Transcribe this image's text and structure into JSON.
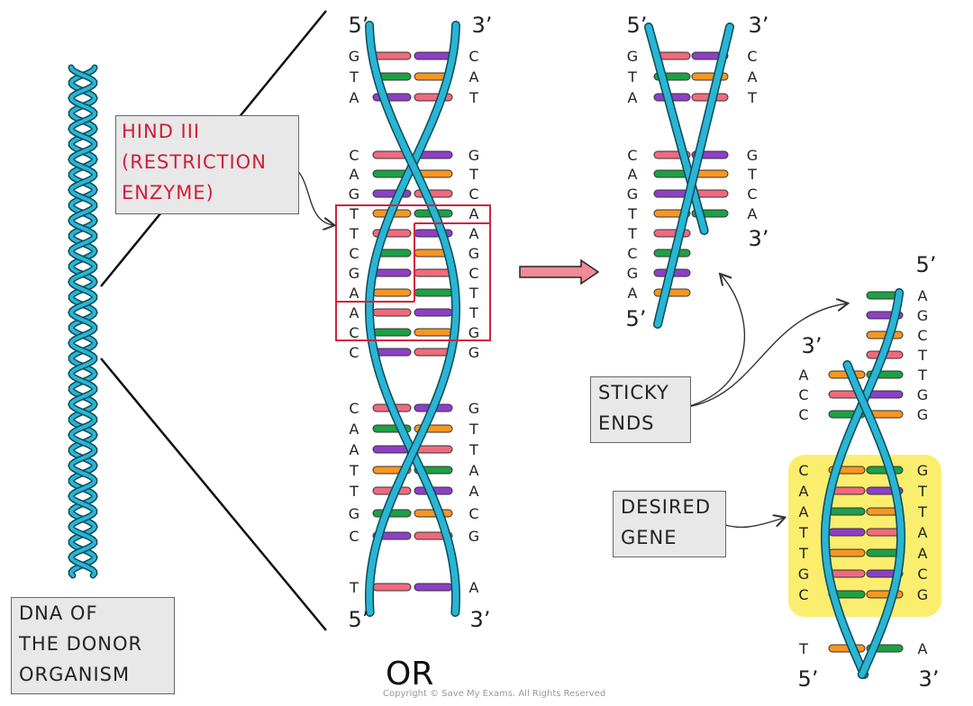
{
  "labels": {
    "enzyme": [
      "HIND III",
      "(RESTRICTION",
      "ENZYME)"
    ],
    "donor": [
      "DNA  OF",
      "THE DONOR",
      "ORGANISM"
    ],
    "sticky": [
      "STICKY",
      "ENDS"
    ],
    "gene": [
      "DESIRED",
      "GENE"
    ]
  },
  "or_text": "OR",
  "copyright": "Copyright © Save My Exams. All Rights Reserved",
  "main_strand": {
    "left": [
      "G",
      "T",
      "A",
      "",
      "C",
      "A",
      "G",
      "T",
      "T",
      "C",
      "G",
      "A",
      "A",
      "C",
      "C",
      "",
      "C",
      "A",
      "A",
      "T",
      "T",
      "G",
      "C",
      "",
      "T"
    ],
    "right": [
      "C",
      "A",
      "T",
      "",
      "G",
      "T",
      "C",
      "A",
      "A",
      "G",
      "C",
      "T",
      "T",
      "G",
      "G",
      "",
      "G",
      "T",
      "T",
      "A",
      "A",
      "C",
      "G",
      "",
      "A"
    ],
    "ends": {
      "top_left": "5’",
      "top_right": "3’",
      "bottom_left": "5’",
      "bottom_right": "3’"
    }
  },
  "cut_top": {
    "left": [
      "G",
      "T",
      "A",
      "",
      "C",
      "A",
      "G",
      "T",
      "T",
      "C",
      "G",
      "A"
    ],
    "right": [
      "C",
      "A",
      "T",
      "",
      "G",
      "T",
      "C",
      "A"
    ],
    "ends": {
      "top_left": "5’",
      "top_right": "3’",
      "bottom_left": "5’",
      "bottom_right": "3’"
    }
  },
  "cut_bottom": {
    "left": [
      "A",
      "C",
      "C",
      "",
      "C",
      "A",
      "A",
      "T",
      "T",
      "G",
      "C",
      "",
      "T"
    ],
    "right": [
      "A",
      "G",
      "C",
      "T",
      "T",
      "G",
      "G",
      "",
      "G",
      "T",
      "T",
      "A",
      "A",
      "C",
      "G",
      "",
      "A"
    ],
    "ends": {
      "top_right": "5’",
      "mid_left": "3’",
      "bottom_left": "5’",
      "bottom_right": "3’"
    }
  },
  "colors": {
    "helix": "#29b5d3",
    "pink": "#f06a7d",
    "green": "#1ea045",
    "purple": "#8e3fc6",
    "orange": "#f79622",
    "highlight_box": "#d2223d",
    "gene_highlight": "#fbee6e",
    "arrow": "#f08a96"
  }
}
